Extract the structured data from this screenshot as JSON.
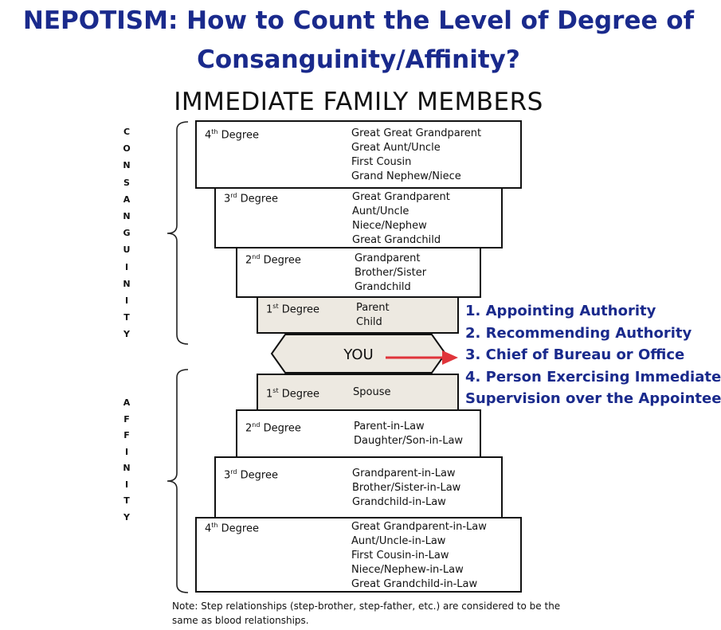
{
  "title": {
    "line1": "NEPOTISM: How to Count the Level of Degree of",
    "line2": "Consanguinity/Affinity?"
  },
  "subtitle": "IMMEDIATE FAMILY MEMBERS",
  "consanguinity": {
    "letters": [
      "C",
      "O",
      "N",
      "S",
      "A",
      "N",
      "G",
      "U",
      "I",
      "N",
      "I",
      "T",
      "Y"
    ],
    "levels": [
      {
        "num": "4",
        "suffix": "th",
        "word": "Degree",
        "relations": [
          "Great Great Grandparent",
          "Great Aunt/Uncle",
          "First Cousin",
          "Grand Nephew/Niece"
        ]
      },
      {
        "num": "3",
        "suffix": "rd",
        "word": "Degree",
        "relations": [
          "Great Grandparent",
          "Aunt/Uncle",
          "Niece/Nephew",
          "Great Grandchild"
        ]
      },
      {
        "num": "2",
        "suffix": "nd",
        "word": "Degree",
        "relations": [
          "Grandparent",
          "Brother/Sister",
          "Grandchild"
        ]
      },
      {
        "num": "1",
        "suffix": "st",
        "word": "Degree",
        "relations": [
          "Parent",
          "Child"
        ]
      }
    ]
  },
  "center": {
    "label": "YOU"
  },
  "affinity": {
    "letters": [
      "A",
      "F",
      "F",
      "I",
      "N",
      "I",
      "T",
      "Y"
    ],
    "levels": [
      {
        "num": "1",
        "suffix": "st",
        "word": "Degree",
        "relations": [
          "Spouse"
        ]
      },
      {
        "num": "2",
        "suffix": "nd",
        "word": "Degree",
        "relations": [
          "Parent-in-Law",
          "Daughter/Son-in-Law"
        ]
      },
      {
        "num": "3",
        "suffix": "rd",
        "word": "Degree",
        "relations": [
          "Grandparent-in-Law",
          "Brother/Sister-in-Law",
          "Grandchild-in-Law"
        ]
      },
      {
        "num": "4",
        "suffix": "th",
        "word": "Degree",
        "relations": [
          "Great Grandparent-in-Law",
          "Aunt/Uncle-in-Law",
          "First Cousin-in-Law",
          "Niece/Nephew-in-Law",
          "Great Grandchild-in-Law"
        ]
      }
    ]
  },
  "roles": [
    "1. Appointing Authority",
    "2. Recommending Authority",
    "3. Chief of Bureau or Office",
    "4. Person Exercising Immediate",
    "Supervision over the Appointee"
  ],
  "note": "Note: Step relationships (step-brother, step-father, etc.) are considered to be the same as blood relationships.",
  "colors": {
    "title": "#1a2a8c",
    "arrow": "#e0343a",
    "shade": "#ede9e1"
  }
}
